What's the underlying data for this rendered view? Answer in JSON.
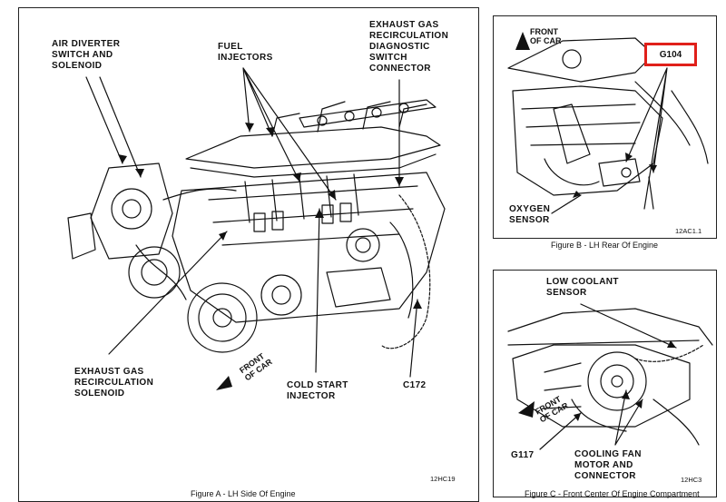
{
  "figure_a": {
    "callouts": {
      "air_diverter": [
        "AIR DIVERTER",
        "SWITCH AND",
        "SOLENOID"
      ],
      "fuel_injectors": [
        "FUEL",
        "INJECTORS"
      ],
      "egr_switch": [
        "EXHAUST GAS",
        "RECIRCULATION",
        "DIAGNOSTIC",
        "SWITCH",
        "CONNECTOR"
      ],
      "egr_solenoid": [
        "EXHAUST GAS",
        "RECIRCULATION",
        "SOLENOID"
      ],
      "cold_start": [
        "COLD START",
        "INJECTOR"
      ],
      "c172": "C172",
      "front_of_car": [
        "FRONT",
        "OF CAR"
      ]
    },
    "code": "12HC19",
    "caption": "Figure A - LH Side Of Engine"
  },
  "figure_b": {
    "callouts": {
      "g104": "G104",
      "oxygen_sensor": [
        "OXYGEN",
        "SENSOR"
      ],
      "front_of_car": [
        "FRONT",
        "OF CAR"
      ]
    },
    "code": "12AC1.1",
    "caption": "Figure B - LH Rear Of Engine",
    "highlight_color": "#e0201a"
  },
  "figure_c": {
    "callouts": {
      "low_coolant": [
        "LOW COOLANT",
        "SENSOR"
      ],
      "g117": "G117",
      "cooling_fan": [
        "COOLING FAN",
        "MOTOR AND",
        "CONNECTOR"
      ],
      "front_of_car": [
        "FRONT",
        "OF CAR"
      ]
    },
    "code": "12HC3",
    "caption": "Figure C - Front Center Of Engine Compartment"
  }
}
